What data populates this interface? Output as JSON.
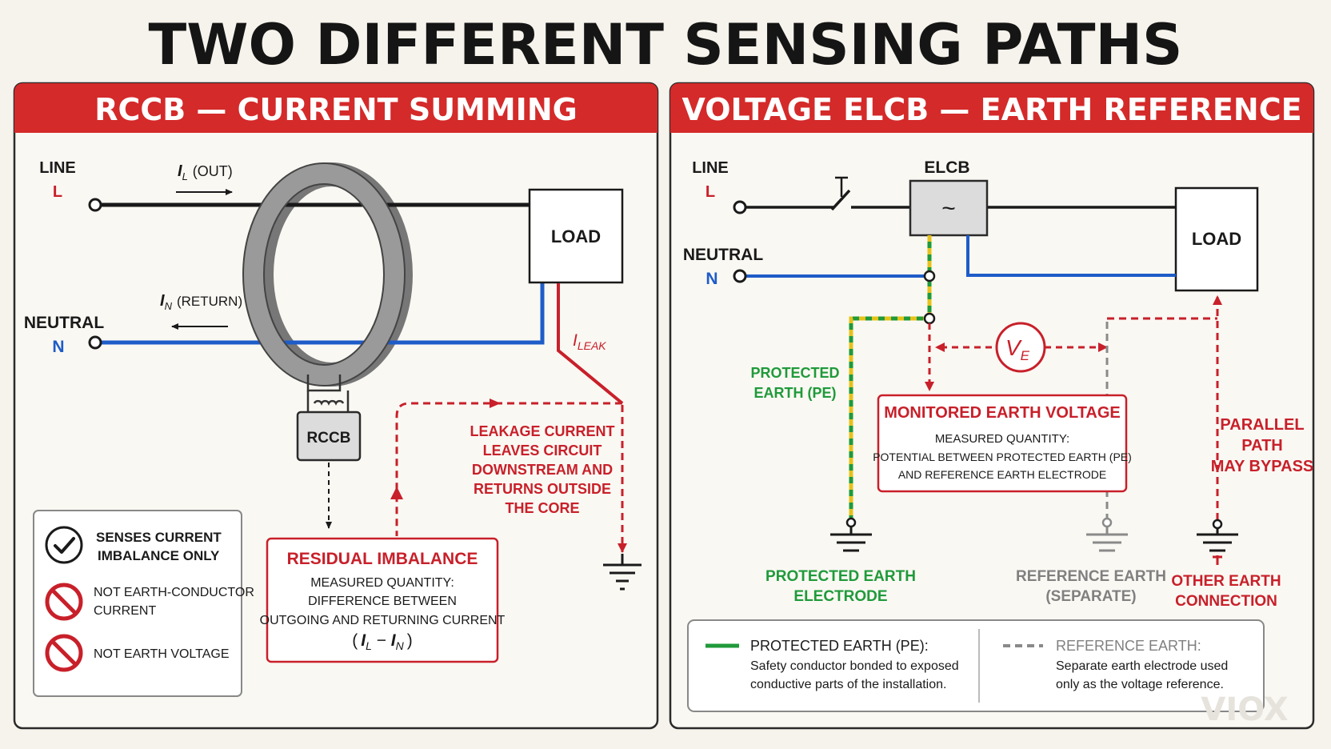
{
  "title": "TWO DIFFERENT SENSING PATHS",
  "colors": {
    "header_red": "#d42a2a",
    "wire_black": "#1a1a1a",
    "wire_blue": "#1e5cc8",
    "accent_red": "#c8202a",
    "earth_green": "#1f9a3a",
    "earth_yellow": "#e6c21a",
    "reference_grey": "#8a8a8a",
    "background": "#f6f3ec"
  },
  "left_panel": {
    "header": "RCCB — CURRENT SUMMING",
    "line_label": "LINE",
    "line_letter": "L",
    "neutral_label": "NEUTRAL",
    "neutral_letter": "N",
    "il_symbol": "I",
    "il_sub": "L",
    "il_text": "(OUT)",
    "in_symbol": "I",
    "in_sub": "N",
    "in_text": "(RETURN)",
    "load_label": "LOAD",
    "rccb_label": "RCCB",
    "ileak_symbol": "I",
    "ileak_sub": "LEAK",
    "leakage_lines": [
      "LEAKAGE CURRENT",
      "LEAVES CIRCUIT",
      "DOWNSTREAM AND",
      "RETURNS OUTSIDE",
      "THE CORE"
    ],
    "residual_title": "RESIDUAL IMBALANCE",
    "residual_lines": [
      "MEASURED QUANTITY:",
      "DIFFERENCE BETWEEN",
      "OUTGOING AND RETURNING CURRENT"
    ],
    "residual_formula": {
      "open": "(",
      "i1": "I",
      "s1": "L",
      "minus": " − ",
      "i2": "I",
      "s2": "N",
      "close": ")"
    },
    "legend": [
      {
        "icon": "check-icon",
        "lines": [
          "SENSES CURRENT",
          "IMBALANCE ONLY"
        ]
      },
      {
        "icon": "prohibited-icon",
        "lines": [
          "NOT EARTH-CONDUCTOR",
          "CURRENT"
        ]
      },
      {
        "icon": "prohibited-icon",
        "lines": [
          "NOT EARTH VOLTAGE"
        ]
      }
    ]
  },
  "right_panel": {
    "header": "VOLTAGE ELCB — EARTH REFERENCE",
    "line_label": "LINE",
    "line_letter": "L",
    "neutral_label": "NEUTRAL",
    "neutral_letter": "N",
    "elcb_label": "ELCB",
    "elcb_symbol": "~",
    "load_label": "LOAD",
    "ve_symbol": "V",
    "ve_sub": "E",
    "protected_earth_label": [
      "PROTECTED",
      "EARTH (PE)"
    ],
    "monitored_title": "MONITORED EARTH VOLTAGE",
    "monitored_lines": [
      "MEASURED QUANTITY:",
      "POTENTIAL BETWEEN PROTECTED EARTH (PE)",
      "AND REFERENCE EARTH ELECTRODE"
    ],
    "parallel_lines": [
      "PARALLEL",
      "PATH",
      "MAY BYPASS"
    ],
    "protected_electrode_lines": [
      "PROTECTED EARTH",
      "ELECTRODE"
    ],
    "reference_earth_lines": [
      "REFERENCE EARTH",
      "(SEPARATE)"
    ],
    "other_earth_lines": [
      "OTHER EARTH",
      "CONNECTION"
    ],
    "legend": {
      "pe_title": "PROTECTED EARTH (PE):",
      "pe_lines": [
        "Safety conductor bonded to exposed",
        "conductive parts of the installation."
      ],
      "ref_title": "REFERENCE EARTH:",
      "ref_lines": [
        "Separate earth electrode used",
        "only as the voltage reference."
      ]
    }
  },
  "watermark": "VIOX"
}
